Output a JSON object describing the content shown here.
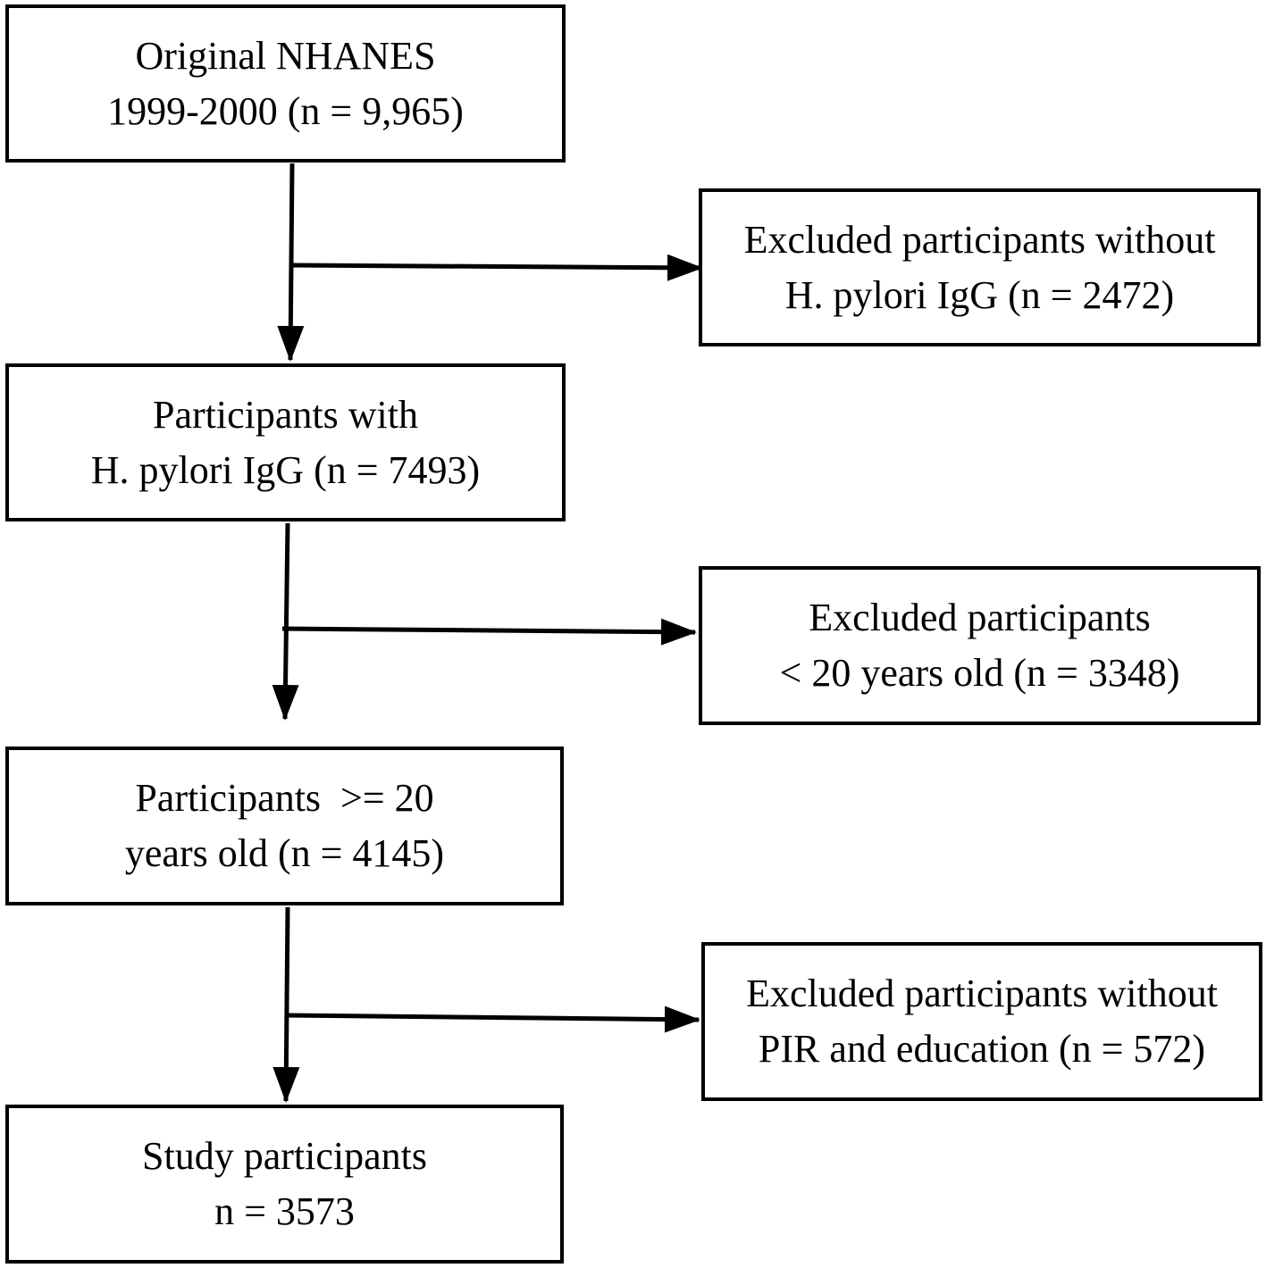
{
  "flowchart": {
    "original": {
      "line1": "Original NHANES",
      "line2": "1999-2000 (n = 9,965)"
    },
    "with_igg": {
      "line1": "Participants with",
      "line2": "H. pylori IgG (n = 7493)"
    },
    "adults": {
      "line1": "Participants  >= 20",
      "line2": "years old (n = 4145)"
    },
    "study": {
      "line1": "Study participants",
      "line2": "n = 3573"
    },
    "excluded_no_igg": {
      "line1": "Excluded participants without",
      "line2": "H. pylori IgG (n = 2472)"
    },
    "excluded_under_20": {
      "line1": "Excluded participants",
      "line2": "< 20 years old (n = 3348)"
    },
    "excluded_no_pir": {
      "line1": "Excluded participants without",
      "line2": "PIR and education (n = 572)"
    }
  },
  "colors": {
    "stroke": "#000000",
    "background": "#ffffff"
  }
}
